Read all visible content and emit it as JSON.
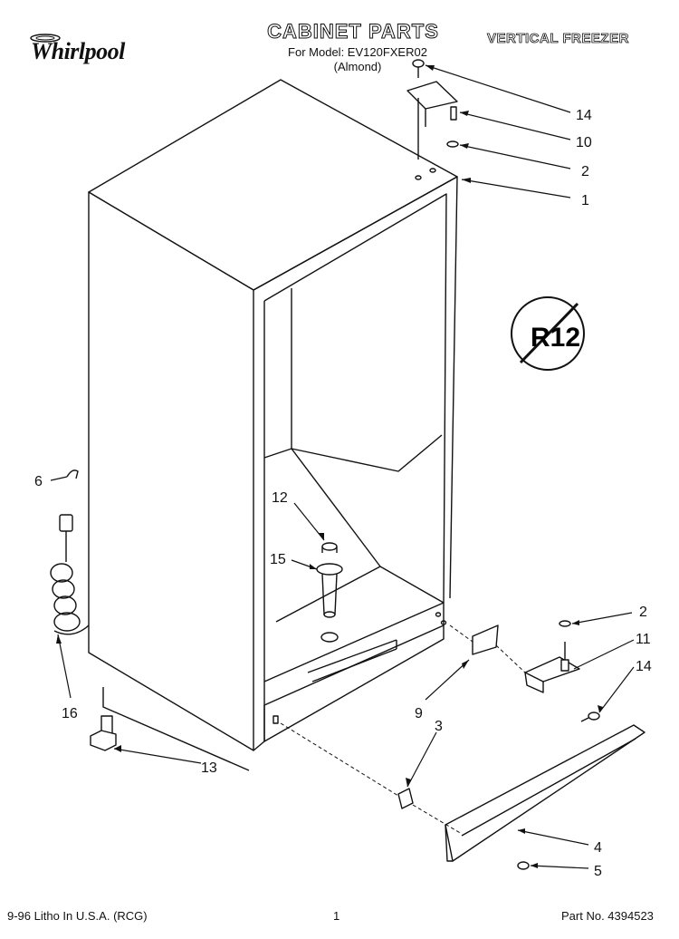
{
  "header": {
    "brand": "Whirlpool",
    "title": "CABINET PARTS",
    "model_line": "For Model: EV120FXER02",
    "color_line": "(Almond)",
    "product": "VERTICAL FREEZER"
  },
  "badge": {
    "text": "R12"
  },
  "callouts": {
    "c14a": "14",
    "c10": "10",
    "c2a": "2",
    "c1": "1",
    "c6": "6",
    "c12": "12",
    "c15": "15",
    "c16": "16",
    "c13": "13",
    "c2b": "2",
    "c11": "11",
    "c14b": "14",
    "c9": "9",
    "c3": "3",
    "c4": "4",
    "c5": "5"
  },
  "footer": {
    "left": "9-96 Litho In U.S.A. (RCG)",
    "page": "1",
    "part_no": "Part No. 4394523"
  }
}
